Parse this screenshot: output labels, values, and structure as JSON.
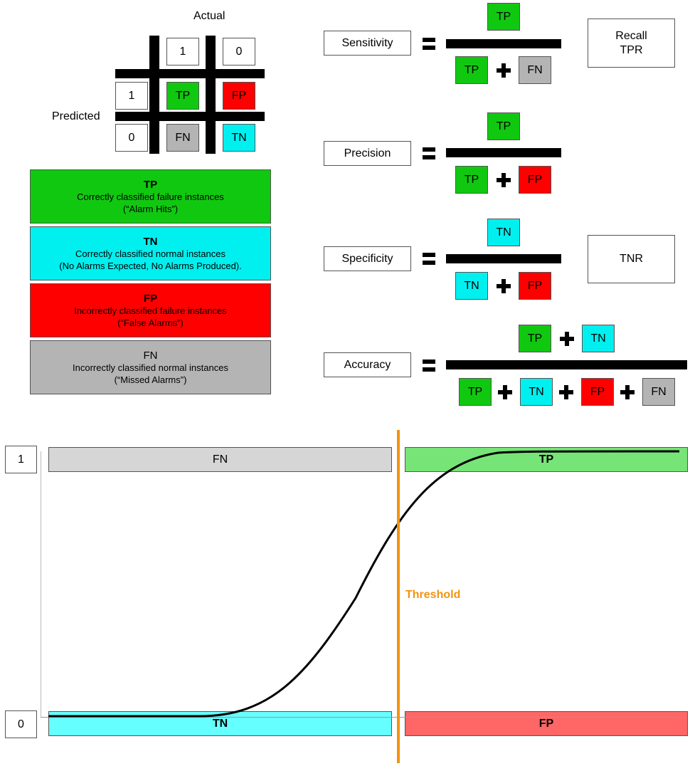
{
  "colors": {
    "tp": "#11c811",
    "tn": "#00f0f0",
    "fp": "#ff0000",
    "fn": "#b4b4b4",
    "tp_light": "#77e477",
    "tn_light": "#66ffff",
    "fp_light": "#ff6666",
    "fn_light": "#d6d6d6",
    "threshold": "#f5920f"
  },
  "matrix": {
    "actual_label": "Actual",
    "predicted_label": "Predicted",
    "col_1": "1",
    "col_0": "0",
    "row_1": "1",
    "row_0": "0",
    "tp": "TP",
    "fp": "FP",
    "fn": "FN",
    "tn": "TN"
  },
  "legend": [
    {
      "title": "TP",
      "line1": "Correctly classified failure instances",
      "line2": "(“Alarm Hits”)"
    },
    {
      "title": "TN",
      "line1": "Correctly classified normal instances",
      "line2": "(No Alarms Expected, No Alarms Produced)."
    },
    {
      "title": "FP",
      "line1": "Incorrectly classified failure instances",
      "line2": "(“False Alarms”)"
    },
    {
      "title": "FN",
      "line1": "Incorrectly classified normal instances",
      "line2": "(“Missed Alarms”)"
    }
  ],
  "formulas": {
    "sensitivity": {
      "name": "Sensitivity",
      "num": "TP",
      "den1": "TP",
      "den2": "FN",
      "alias1": "Recall",
      "alias2": "TPR"
    },
    "precision": {
      "name": "Precision",
      "num": "TP",
      "den1": "TP",
      "den2": "FP"
    },
    "specificity": {
      "name": "Specificity",
      "num": "TN",
      "den1": "TN",
      "den2": "FP",
      "alias": "TNR"
    },
    "accuracy": {
      "name": "Accuracy",
      "num1": "TP",
      "num2": "TN",
      "den1": "TP",
      "den2": "TN",
      "den3": "FP",
      "den4": "FN"
    }
  },
  "plot": {
    "y_top": "1",
    "y_bottom": "0",
    "fn": "FN",
    "tp": "TP",
    "tn": "TN",
    "fp": "FP",
    "threshold_label": "Threshold",
    "curve": "sigmoid"
  }
}
